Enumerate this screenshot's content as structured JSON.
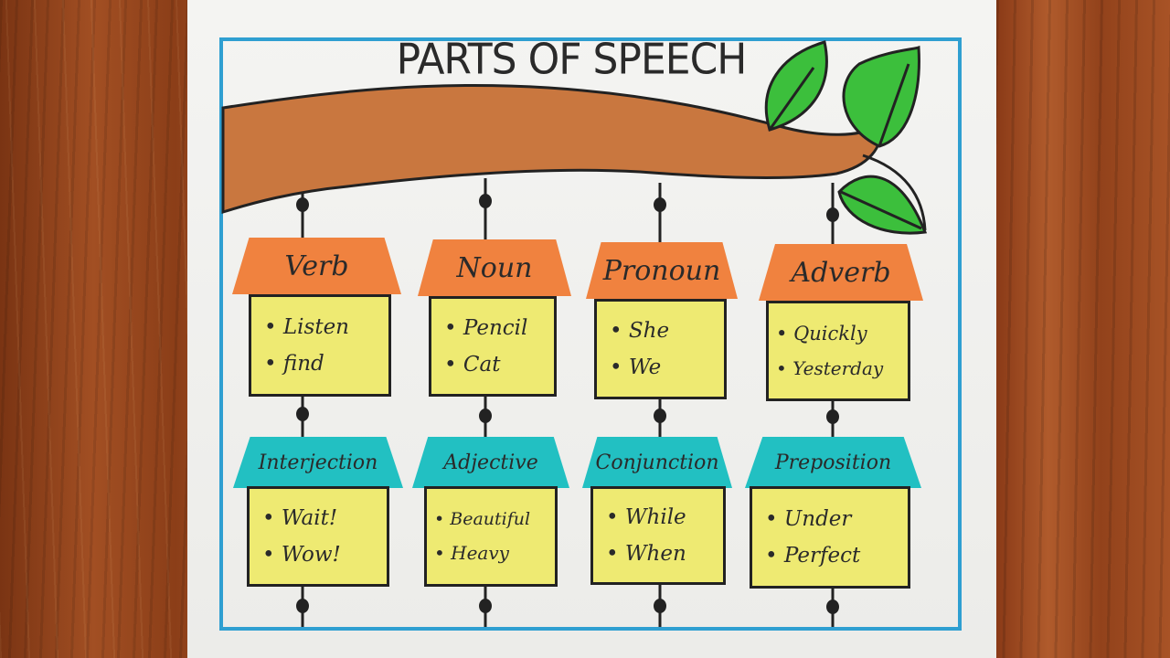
{
  "title": "PARTS OF SPEECH",
  "colors": {
    "frame": "#2f9fd1",
    "branch": "#c9773f",
    "leaf": "#3cbf3c",
    "roof_top": "#f0823f",
    "roof_bottom": "#22c0c2",
    "box": "#eeea72"
  },
  "top_row": [
    {
      "label": "Verb",
      "words": [
        "Listen",
        "find"
      ]
    },
    {
      "label": "Noun",
      "words": [
        "Pencil",
        "Cat"
      ]
    },
    {
      "label": "Pronoun",
      "words": [
        "She",
        "We"
      ]
    },
    {
      "label": "Adverb",
      "words": [
        "Quickly",
        "Yesterday"
      ]
    }
  ],
  "bottom_row": [
    {
      "label": "Interjection",
      "words": [
        "Wait!",
        "Wow!"
      ]
    },
    {
      "label": "Adjective",
      "words": [
        "Beautiful",
        "Heavy"
      ]
    },
    {
      "label": "Conjunction",
      "words": [
        "While",
        "When"
      ]
    },
    {
      "label": "Preposition",
      "words": [
        "Under",
        "Perfect"
      ]
    }
  ]
}
